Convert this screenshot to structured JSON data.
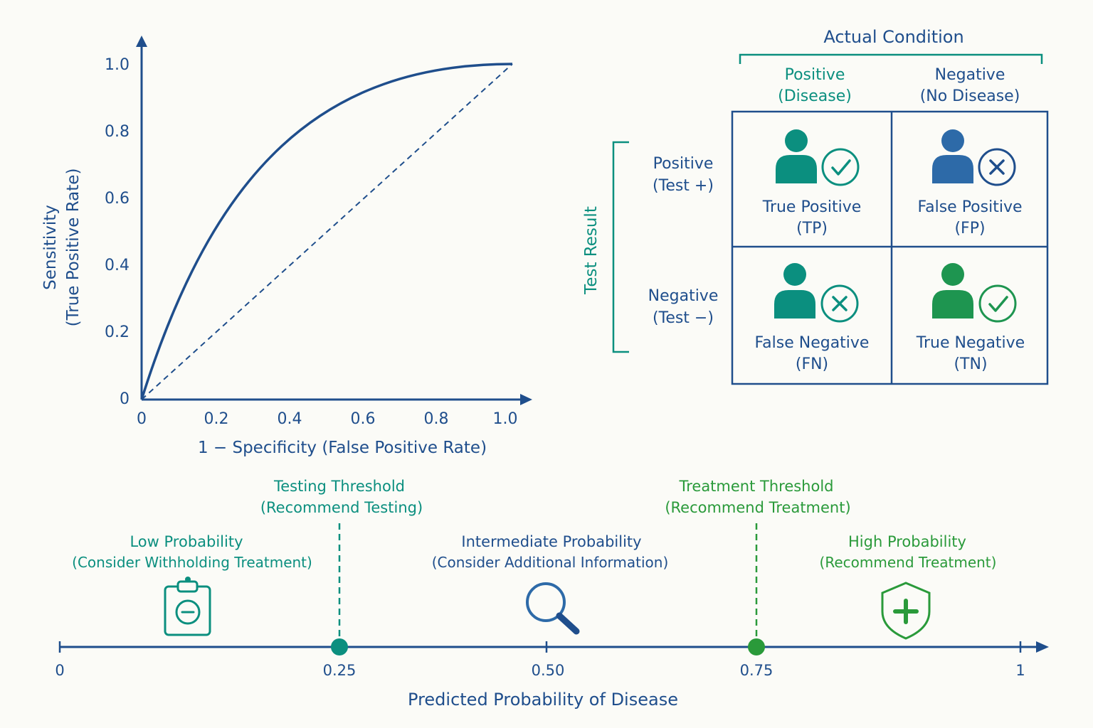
{
  "roc": {
    "y_label_1": "Sensitivity",
    "y_label_2": "(True Positive Rate)",
    "x_label": "1 − Specificity (False Positive Rate)",
    "y_ticks": [
      "1.0",
      "0.8",
      "0.6",
      "0.4",
      "0.2",
      "0"
    ],
    "x_ticks": [
      "0",
      "0.2",
      "0.4",
      "0.6",
      "0.8",
      "1.0"
    ]
  },
  "matrix": {
    "actual_title": "Actual Condition",
    "col1_line1": "Positive",
    "col1_line2": "(Disease)",
    "col2_line1": "Negative",
    "col2_line2": "(No Disease)",
    "test_title": "Test Result",
    "row1_line1": "Positive",
    "row1_line2": "(Test +)",
    "row2_line1": "Negative",
    "row2_line2": "(Test −)",
    "tp_line1": "True Positive",
    "tp_line2": "(TP)",
    "fp_line1": "False Positive",
    "fp_line2": "(FP)",
    "fn_line1": "False Negative",
    "fn_line2": "(FN)",
    "tn_line1": "True Negative",
    "tn_line2": "(TN)"
  },
  "threshold": {
    "testing_line1": "Testing Threshold",
    "testing_line2": "(Recommend Testing)",
    "treatment_line1": "Treatment Threshold",
    "treatment_line2": "(Recommend Treatment)",
    "low_line1": "Low Probability",
    "low_line2": "(Consider Withholding Treatment)",
    "mid_line1": "Intermediate Probability",
    "mid_line2": "(Consider Additional Information)",
    "high_line1": "High Probability",
    "high_line2": "(Recommend Treatment)",
    "ticks": [
      "0",
      "0.25",
      "0.50",
      "0.75",
      "1"
    ],
    "axis_label": "Predicted Probability of Disease",
    "testing_value": 0.25,
    "treatment_value": 0.75
  },
  "colors": {
    "blue": "#1f4e8c",
    "teal": "#0b8f7f",
    "green": "#2a9a3a"
  }
}
